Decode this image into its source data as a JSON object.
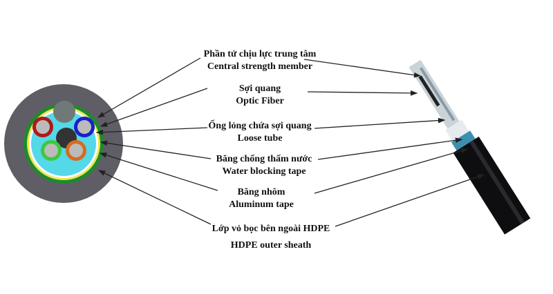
{
  "labels": [
    {
      "vi": "Phần tử chịu lực trung tâm",
      "en": "Central strength member"
    },
    {
      "vi": "Sợi quang",
      "en": "Optic Fiber"
    },
    {
      "vi": "Ống lỏng chứa sợi quang",
      "en": "Loose tube"
    },
    {
      "vi": "Băng chống thấm nước",
      "en": "Water blocking tape"
    },
    {
      "vi": "Băng nhôm",
      "en": "Aluminum tape"
    },
    {
      "vi": "Lớp vỏ bọc bên ngoài HDPE",
      "en": "HDPE outer sheath"
    }
  ],
  "colors": {
    "sheath": "#5f5e66",
    "armor_green": "#1f8a2c",
    "tape_yellow": "#e8e85a",
    "gel": "#55d8e8",
    "tube_red": "#b01818",
    "tube_blue": "#1a20c8",
    "tube_green": "#3cc83c",
    "tube_orange": "#d86a20"
  }
}
